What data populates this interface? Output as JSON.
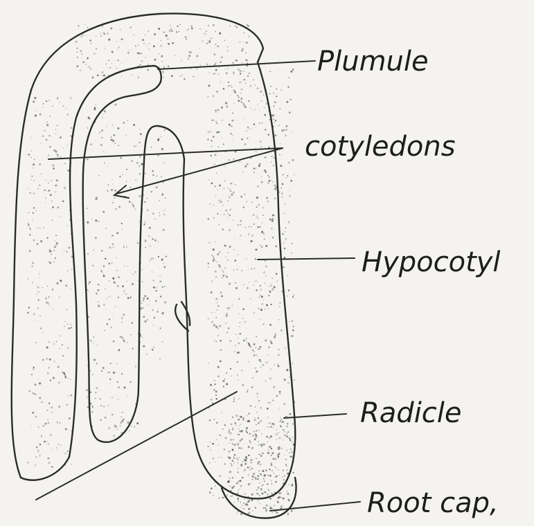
{
  "diagram": {
    "labels": {
      "plumule": "Plumule",
      "cotyledons": "cotyledons",
      "hypocotyl": "Hypocotyl",
      "radicle": "Radicle",
      "root_cap": "Root cap,"
    }
  }
}
